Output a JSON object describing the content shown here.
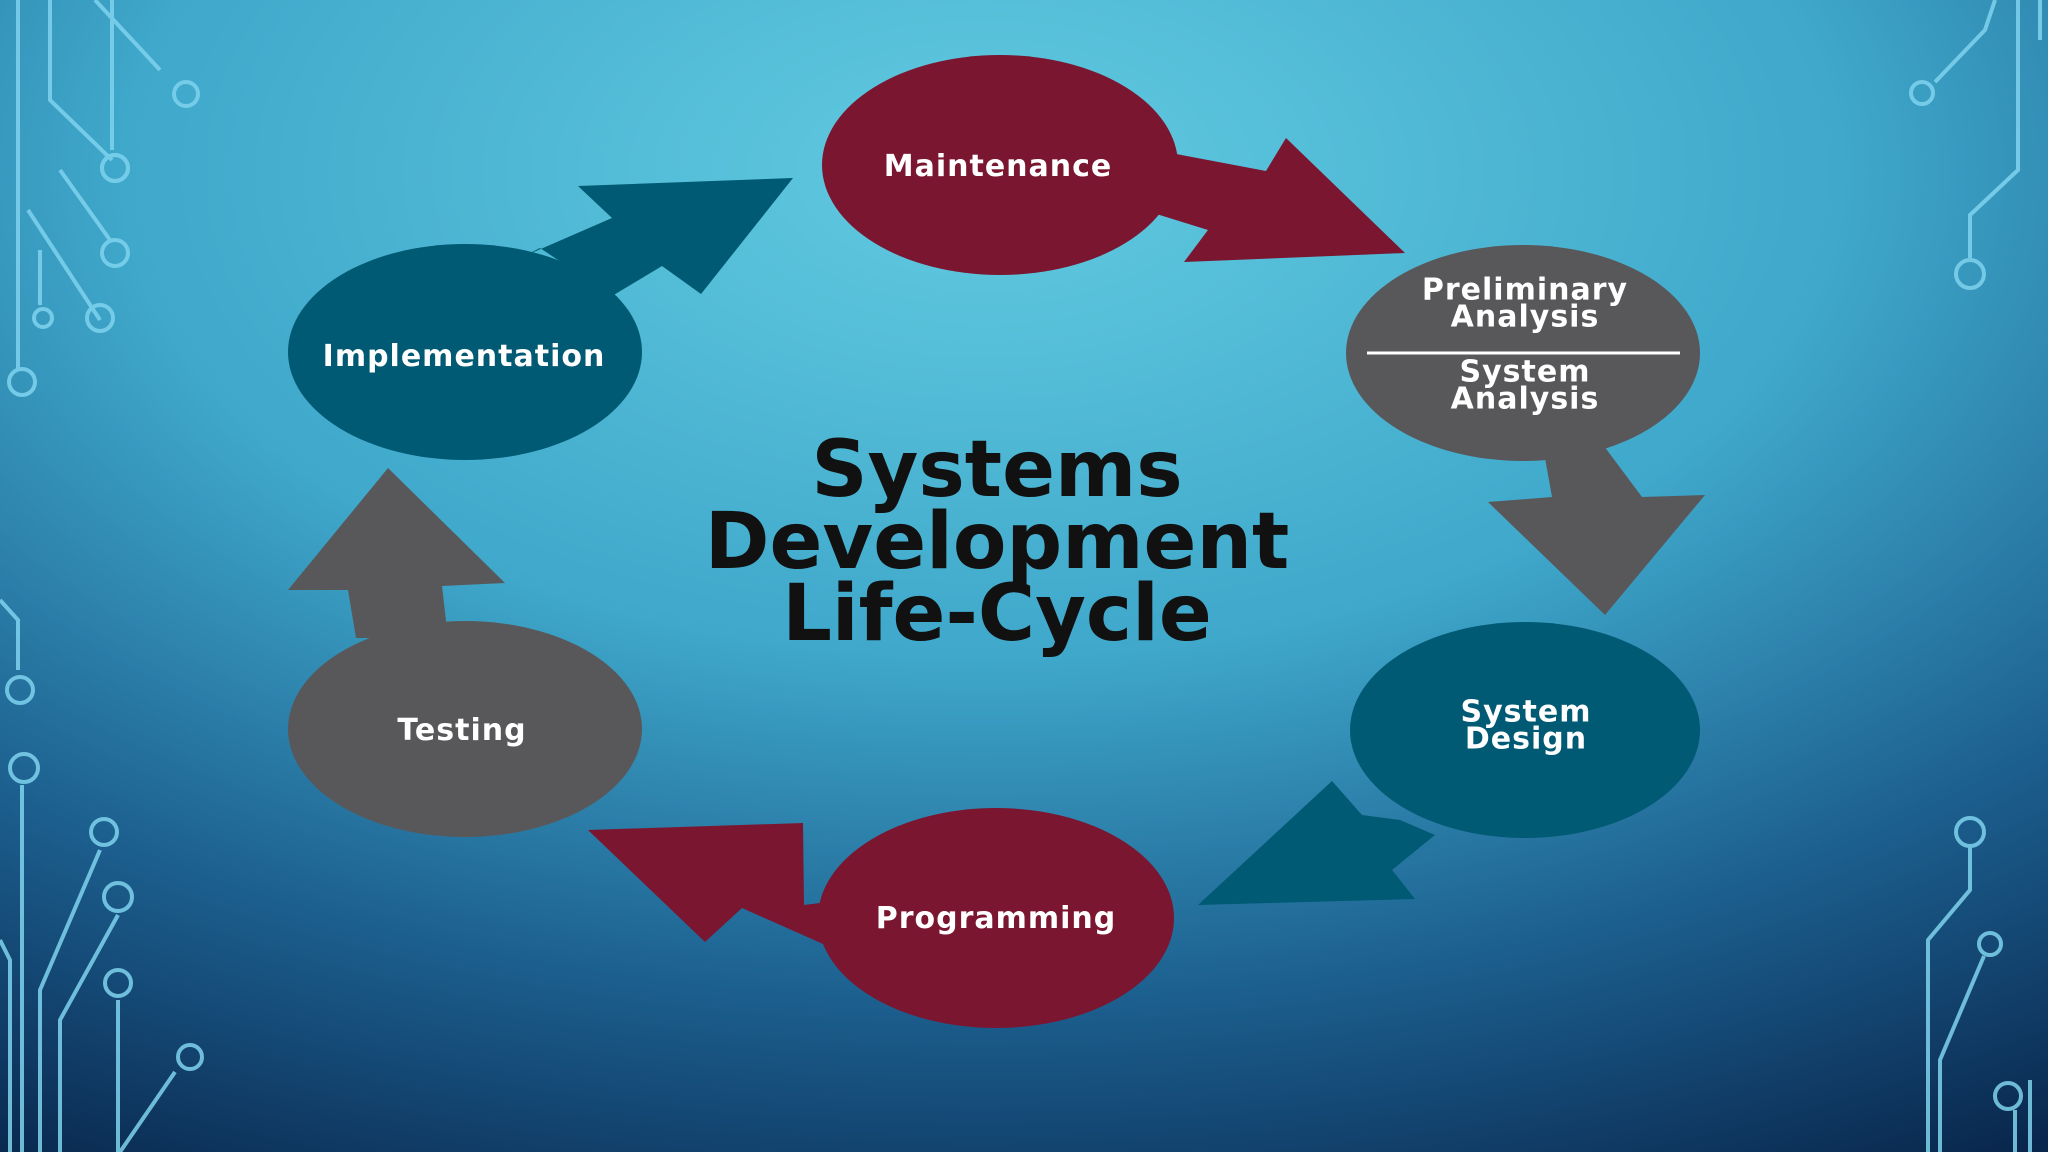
{
  "slide": {
    "title_lines": [
      "Systems",
      "Development",
      "Life-Cycle"
    ]
  },
  "nodes": {
    "maintenance": "Maintenance",
    "preliminary_analysis": "Preliminary Analysis",
    "system_analysis": "System Analysis",
    "system_design": "System Design",
    "programming": "Programming",
    "testing": "Testing",
    "implementation": "Implementation"
  },
  "colors": {
    "maroon": "#7a1630",
    "teal": "#005a73",
    "gray": "#58585a",
    "background_light": "#5ec6dc",
    "background_dark": "#0a2c52",
    "circuit": "#7fd3ee"
  }
}
